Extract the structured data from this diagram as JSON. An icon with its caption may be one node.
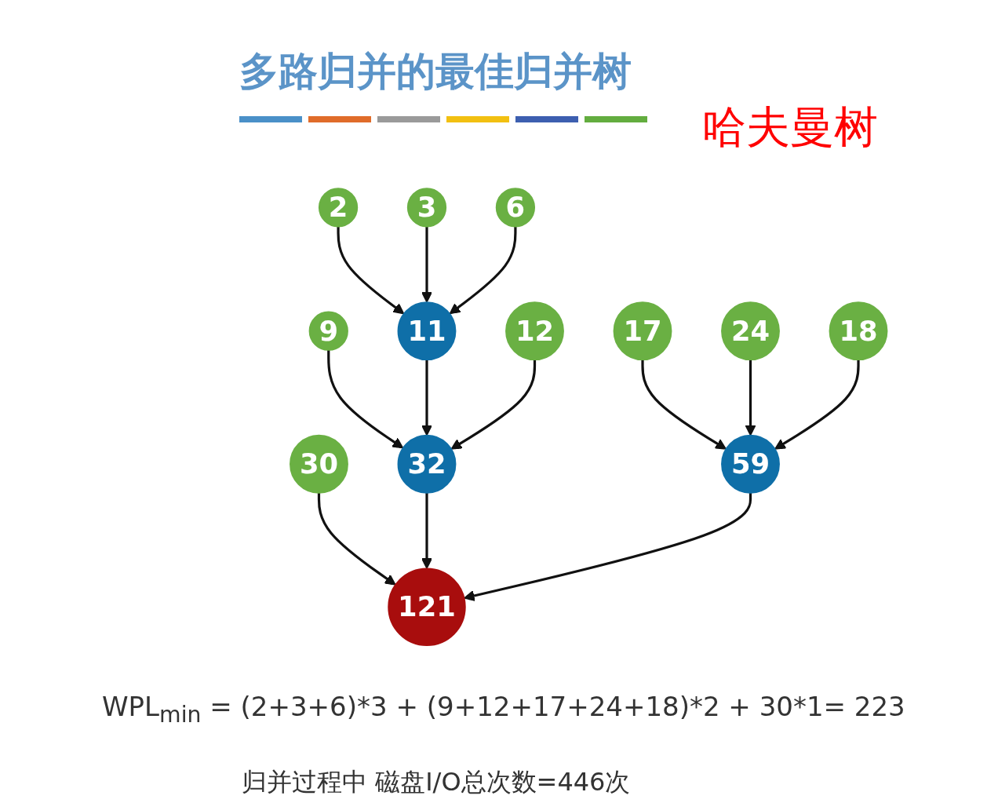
{
  "diagram": {
    "title": "多路归并的最佳归并树",
    "nodes": [
      {
        "text": [
          "2"
        ]
      },
      {
        "text": [
          "3"
        ]
      },
      {
        "text": [
          "6"
        ]
      },
      {
        "text": [
          "9"
        ]
      },
      {
        "text": [
          "11"
        ]
      },
      {
        "text": [
          "12"
        ]
      },
      {
        "text": [
          "17"
        ]
      },
      {
        "text": [
          "24"
        ]
      },
      {
        "text": [
          "18"
        ]
      },
      {
        "text": [
          "30"
        ]
      },
      {
        "text": [
          "32"
        ]
      },
      {
        "text": [
          "59"
        ]
      },
      {
        "text": [
          "121"
        ]
      }
    ],
    "edges": [
      {
        "from": 0,
        "to": 4,
        "arrow": "to"
      },
      {
        "from": 1,
        "to": 4,
        "arrow": "to"
      },
      {
        "from": 2,
        "to": 4,
        "arrow": "to"
      },
      {
        "from": 3,
        "to": 10,
        "arrow": "to"
      },
      {
        "from": 4,
        "to": 10,
        "arrow": "to"
      },
      {
        "from": 5,
        "to": 10,
        "arrow": "to"
      },
      {
        "from": 6,
        "to": 11,
        "arrow": "to"
      },
      {
        "from": 7,
        "to": 11,
        "arrow": "to"
      },
      {
        "from": 8,
        "to": 11,
        "arrow": "to"
      },
      {
        "from": 9,
        "to": 12,
        "arrow": "to"
      },
      {
        "from": 10,
        "to": 12,
        "arrow": "to"
      },
      {
        "from": 11,
        "to": 12,
        "arrow": "to"
      }
    ],
    "labels": [
      "哈夫曼树",
      "WPL$_{min}$ = (2+3+6)*3 + (9+12+17+24+18)*2 + 30*1= 223",
      "归并过程中 磁盘I/O总次数=446次"
    ]
  }
}
